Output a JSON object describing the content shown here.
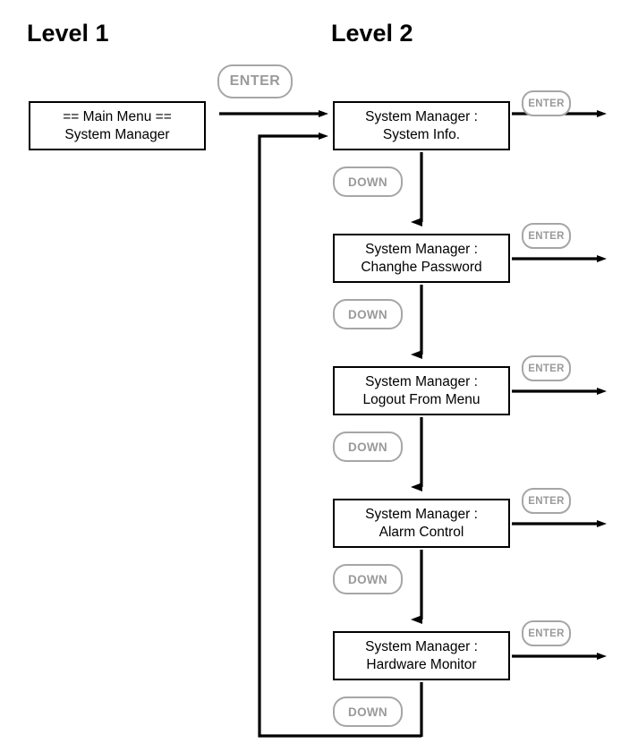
{
  "diagram": {
    "type": "flowchart",
    "title_level1": "Level 1",
    "title_level2": "Level 2",
    "keys": {
      "enter_label": "ENTER",
      "down_label": "DOWN"
    },
    "colors": {
      "line": "#000000",
      "box_border": "#000000",
      "key_border": "#a6a6a6",
      "key_text": "#9a9a9a",
      "background": "#ffffff"
    },
    "level1": {
      "box": {
        "line1": "==  Main Menu  ==",
        "line2": "System Manager"
      },
      "enter_key": "ENTER"
    },
    "level2": {
      "items": [
        {
          "line1": "System Manager :",
          "line2": "System Info.",
          "enter_key": "ENTER",
          "down_key": "DOWN"
        },
        {
          "line1": "System Manager :",
          "line2": "Changhe Password",
          "enter_key": "ENTER",
          "down_key": "DOWN"
        },
        {
          "line1": "System Manager :",
          "line2": "Logout From Menu",
          "enter_key": "ENTER",
          "down_key": "DOWN"
        },
        {
          "line1": "System Manager :",
          "line2": "Alarm Control",
          "enter_key": "ENTER",
          "down_key": "DOWN"
        },
        {
          "line1": "System Manager :",
          "line2": "Hardware Monitor",
          "enter_key": "ENTER",
          "down_key": "DOWN"
        }
      ]
    }
  }
}
